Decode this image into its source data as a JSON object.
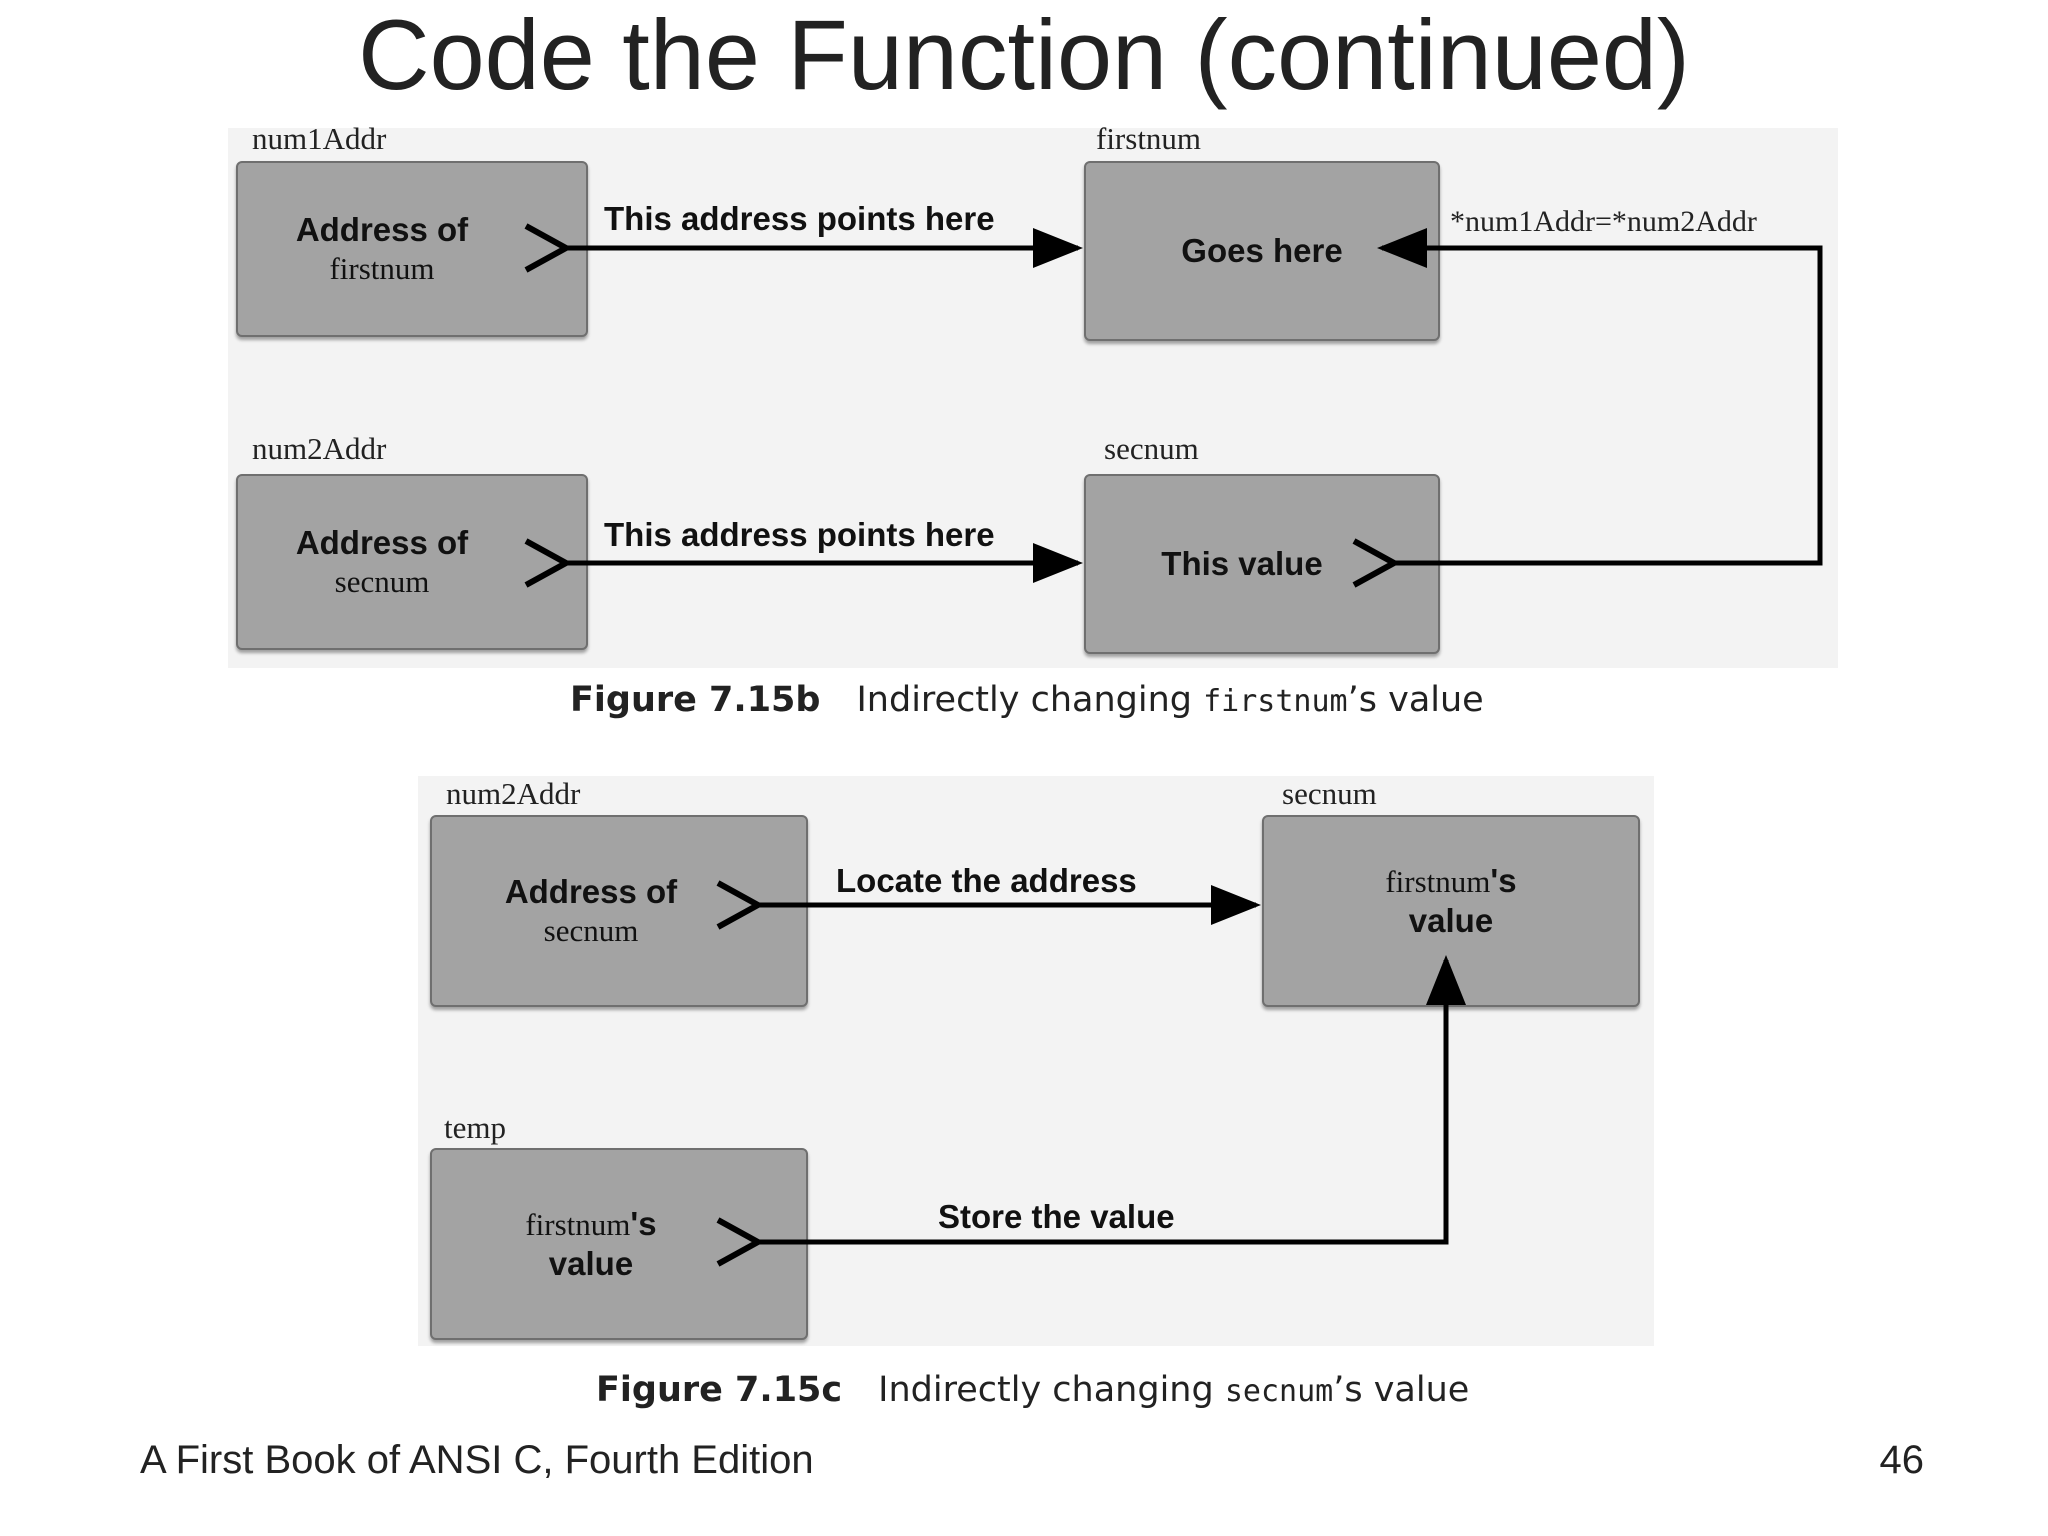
{
  "slide": {
    "title": "Code the Function (continued)",
    "footer_left": "A First Book of ANSI C, Fourth Edition",
    "page_number": "46"
  },
  "figure_b": {
    "labels": {
      "num1addr": "num1Addr",
      "firstnum": "firstnum",
      "num2addr": "num2Addr",
      "secnum": "secnum"
    },
    "boxes": {
      "num1addr_line1": "Address of",
      "num1addr_line2": "firstnum",
      "firstnum_text": "Goes here",
      "num2addr_line1": "Address of",
      "num2addr_line2": "secnum",
      "secnum_text": "This value"
    },
    "arrows": {
      "top": "This address points here",
      "bottom": "This address points here",
      "assign": "*num1Addr=*num2Addr"
    },
    "caption": {
      "number": "Figure 7.15b",
      "text_before": "Indirectly changing ",
      "code": "firstnum",
      "text_after": "’s value"
    }
  },
  "figure_c": {
    "labels": {
      "num2addr": "num2Addr",
      "secnum": "secnum",
      "temp": "temp"
    },
    "boxes": {
      "num2addr_line1": "Address of",
      "num2addr_line2": "secnum",
      "secnum_line1_serif": "firstnum",
      "secnum_line1_bold": "'s",
      "secnum_line2": "value",
      "temp_line1_serif": "firstnum",
      "temp_line1_bold": "'s",
      "temp_line2": "value"
    },
    "arrows": {
      "locate": "Locate the address",
      "store": "Store the value"
    },
    "caption": {
      "number": "Figure 7.15c",
      "text_before": "Indirectly changing ",
      "code": "secnum",
      "text_after": "’s value"
    }
  }
}
